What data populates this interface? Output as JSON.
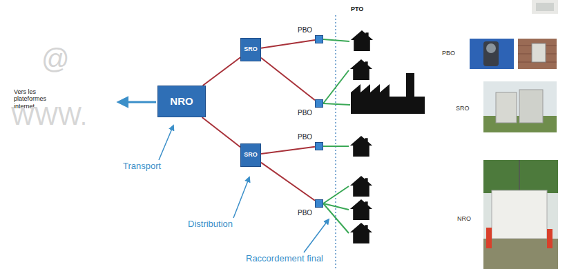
{
  "diagram": {
    "nodes": [
      {
        "text": [
          "NRO"
        ]
      },
      {
        "text": [
          "SRO"
        ]
      },
      {
        "text": [
          "SRO"
        ]
      },
      {
        "text": [
          "PBO"
        ]
      },
      {
        "text": [
          "PBO"
        ]
      },
      {
        "text": [
          "PBO"
        ]
      },
      {
        "text": [
          "PBO"
        ]
      }
    ],
    "edges": [
      {
        "from": 0,
        "to": 1,
        "arrow": "none"
      },
      {
        "from": 0,
        "to": 2,
        "arrow": "none"
      },
      {
        "from": 1,
        "to": 3,
        "arrow": "none"
      },
      {
        "from": 1,
        "to": 4,
        "arrow": "none"
      },
      {
        "from": 2,
        "to": 5,
        "arrow": "none"
      },
      {
        "from": 2,
        "to": 6,
        "arrow": "none"
      }
    ],
    "labels": [
      "Vers les plateformes internet",
      "Transport",
      "Distribution",
      "Raccordement final",
      "PTO",
      "PBO",
      "SRO",
      "NRO",
      "@",
      "WWW."
    ]
  }
}
